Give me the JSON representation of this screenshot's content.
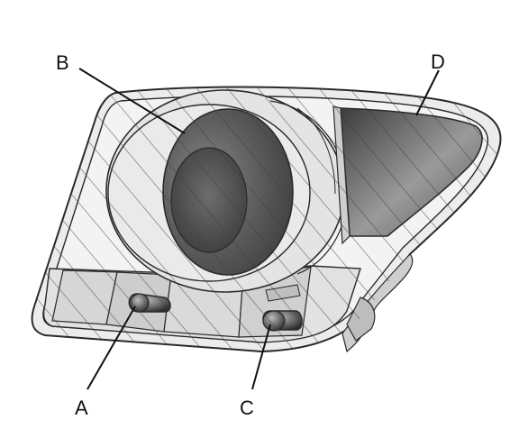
{
  "diagram": {
    "callouts": [
      {
        "id": "A",
        "label": "A"
      },
      {
        "id": "B",
        "label": "B"
      },
      {
        "id": "C",
        "label": "C"
      },
      {
        "id": "D",
        "label": "D"
      }
    ],
    "colors": {
      "outline": "#2a2a2a",
      "housing_fill": "#e9e9e9",
      "lens_dark": "#555555",
      "lens_highlight": "#9a9a9a",
      "hatch": "#3a3a3a",
      "bulb": "#444444"
    }
  }
}
